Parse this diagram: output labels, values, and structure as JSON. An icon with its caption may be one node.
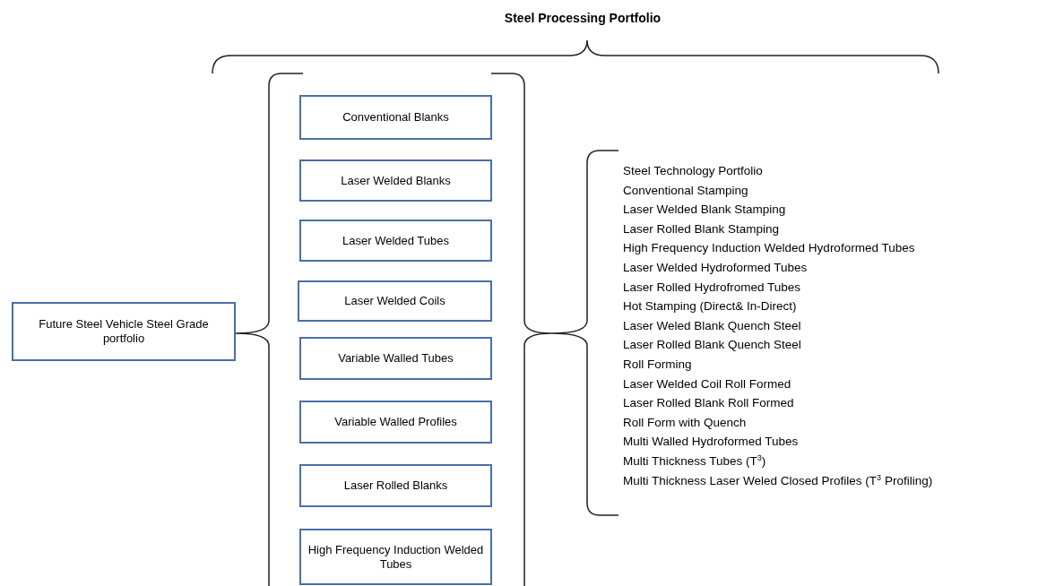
{
  "diagram": {
    "title": "Steel Processing Portfolio",
    "nodes": [
      {
        "text": [
          "Future Steel Vehicle Steel Grade portfolio"
        ]
      },
      {
        "text": [
          "Conventional Blanks"
        ]
      },
      {
        "text": [
          "Laser Welded Blanks"
        ]
      },
      {
        "text": [
          "Laser Welded Tubes"
        ]
      },
      {
        "text": [
          "Laser Welded Coils"
        ]
      },
      {
        "text": [
          "Variable Walled Tubes"
        ]
      },
      {
        "text": [
          "Variable Walled Profiles"
        ]
      },
      {
        "text": [
          "Laser Rolled Blanks"
        ]
      },
      {
        "text": [
          "High Frequency Induction Welded Tubes"
        ]
      }
    ],
    "edges": [],
    "labels": [
      "Steel Technology Portfolio",
      "Conventional Stamping",
      "Laser Welded Blank Stamping",
      "Laser Rolled Blank Stamping",
      "High Frequency Induction Welded Hydroformed Tubes",
      "Laser Welded Hydroformed Tubes",
      "Laser Rolled Hydrofromed Tubes",
      "Hot Stamping (Direct& In-Direct)",
      "Laser Weled Blank Quench Steel",
      "Laser Rolled Blank Quench Steel",
      "Roll Forming",
      "Laser Welded Coil Roll Formed",
      "Laser Rolled Blank Roll Formed",
      "Roll Form with Quench",
      "Multi Walled Hydroformed Tubes",
      "Multi Thickness Tubes (T$^{3}$)",
      "Multi Thickness Laser Weled Closed Profiles (T$^{3}$ Profiling)"
    ]
  }
}
